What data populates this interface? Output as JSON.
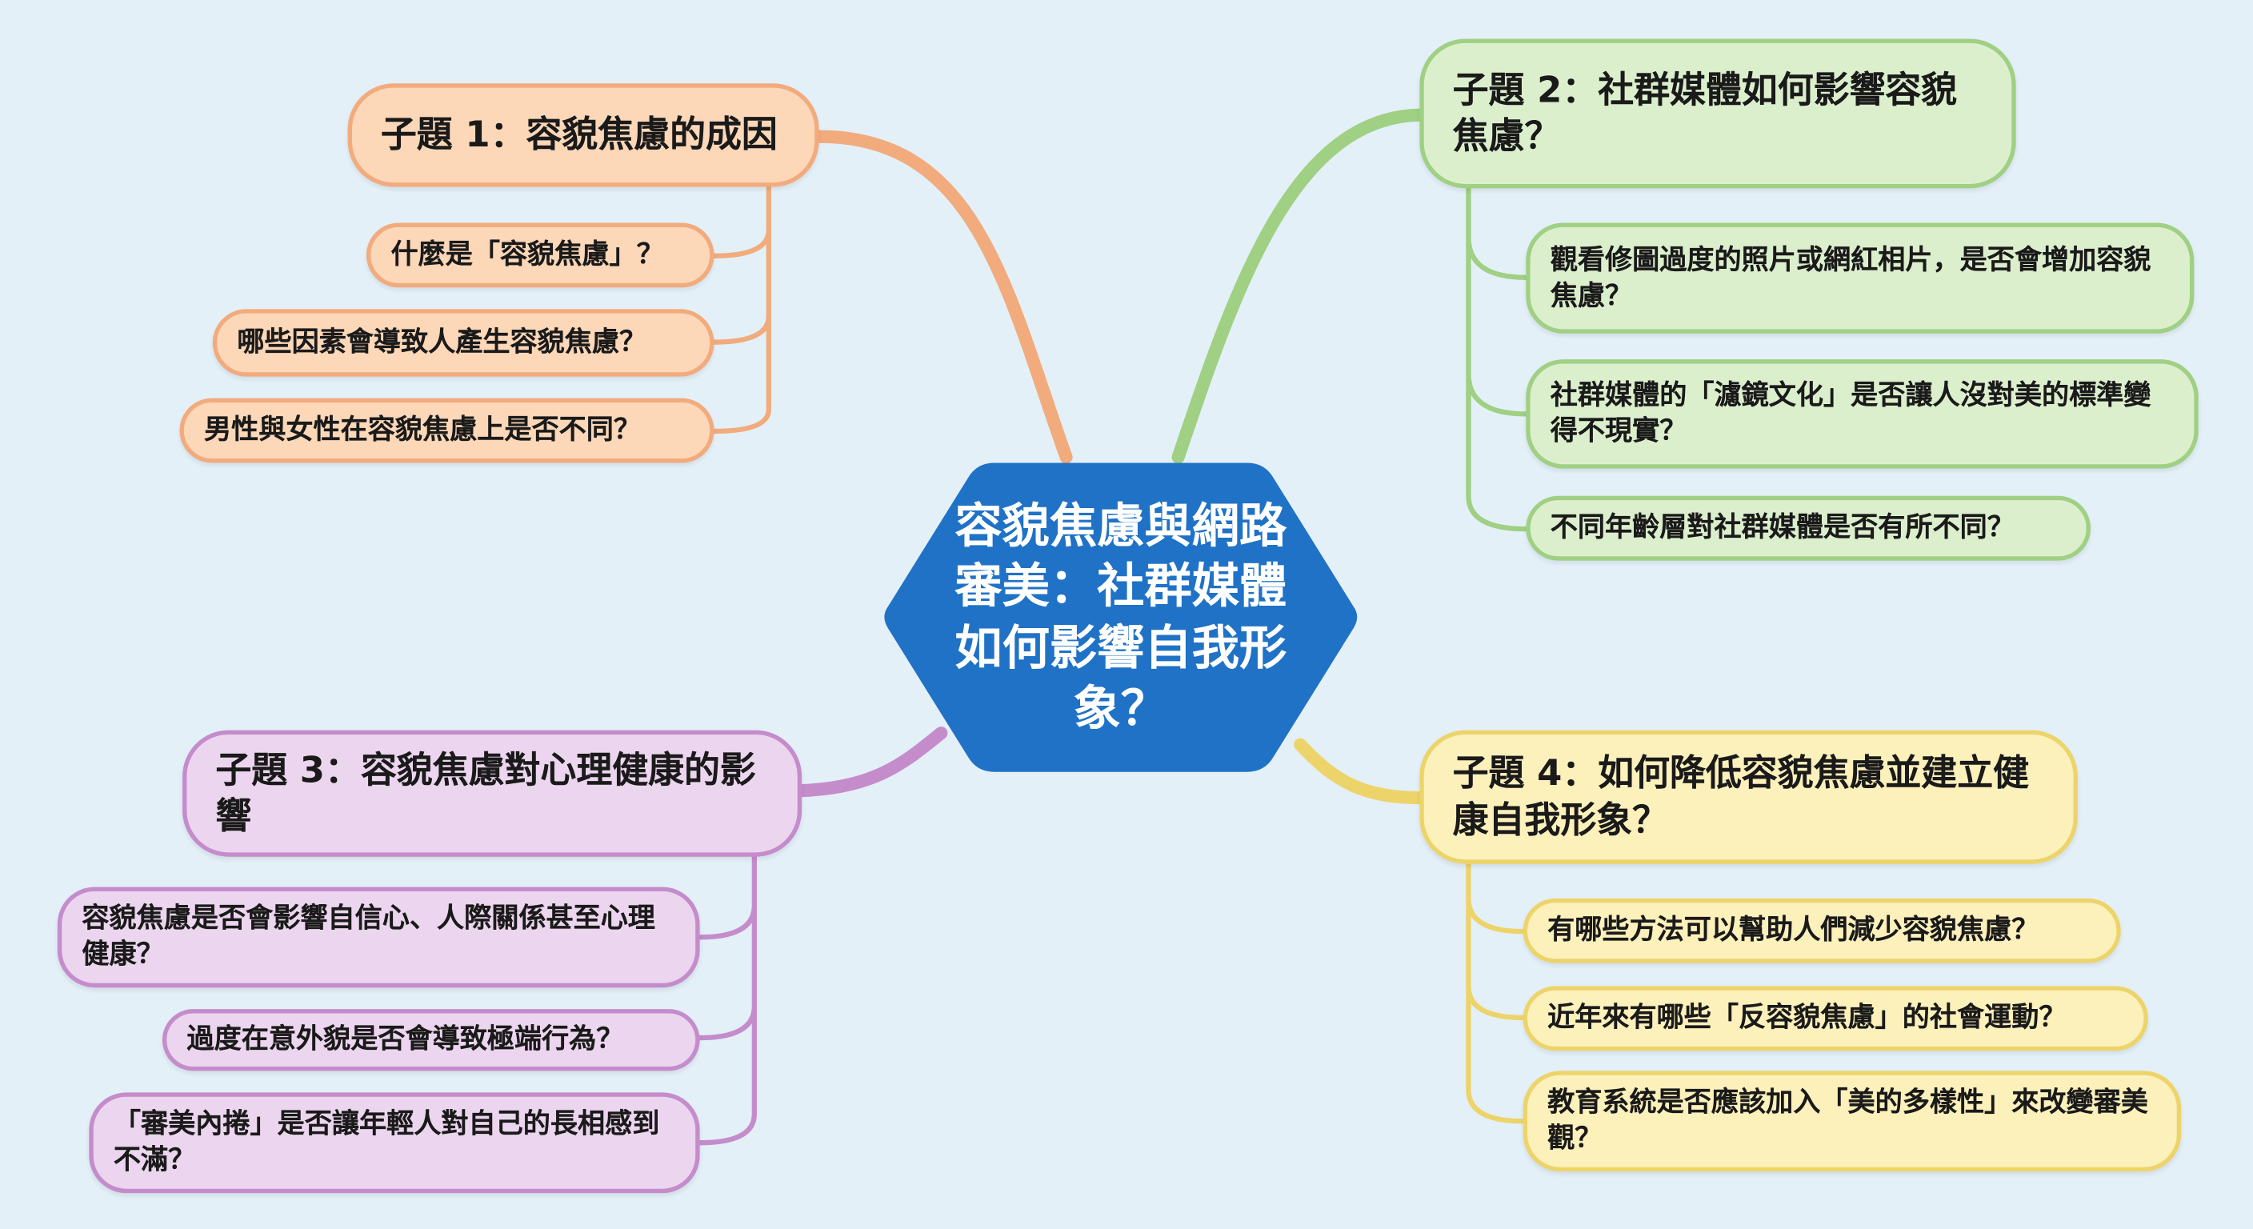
{
  "center": {
    "title": "容貌焦慮與網路審美：社群媒體如何影響自我形象？",
    "color": "#1f72c6"
  },
  "topics": [
    {
      "title": "子題 1：容貌焦慮的成因",
      "color": "#f2ab7d",
      "items": [
        "什麼是「容貌焦慮」？",
        "哪些因素會導致人產生容貌焦慮？",
        "男性與女性在容貌焦慮上是否不同？"
      ]
    },
    {
      "title": "子題 2：社群媒體如何影響容貌焦慮？",
      "color": "#9fd083",
      "items": [
        "觀看修圖過度的照片或網紅相片，是否會增加容貌焦慮？",
        "社群媒體的「濾鏡文化」是否讓人沒對美的標準變得不現實？",
        "不同年齡層對社群媒體是否有所不同？"
      ]
    },
    {
      "title": "子題 3：容貌焦慮對心理健康的影響",
      "color": "#c58ccc",
      "items": [
        "容貌焦慮是否會影響自信心、人際關係甚至心理健康？",
        "過度在意外貌是否會導致極端行為？",
        "「審美內捲」是否讓年輕人對自己的長相感到不滿？"
      ]
    },
    {
      "title": "子題 4：如何降低容貌焦慮並建立健康自我形象？",
      "color": "#edd46a",
      "items": [
        "有哪些方法可以幫助人們減少容貌焦慮？",
        "近年來有哪些「反容貌焦慮」的社會運動？",
        "教育系統是否應該加入「美的多樣性」來改變審美觀？"
      ]
    }
  ]
}
